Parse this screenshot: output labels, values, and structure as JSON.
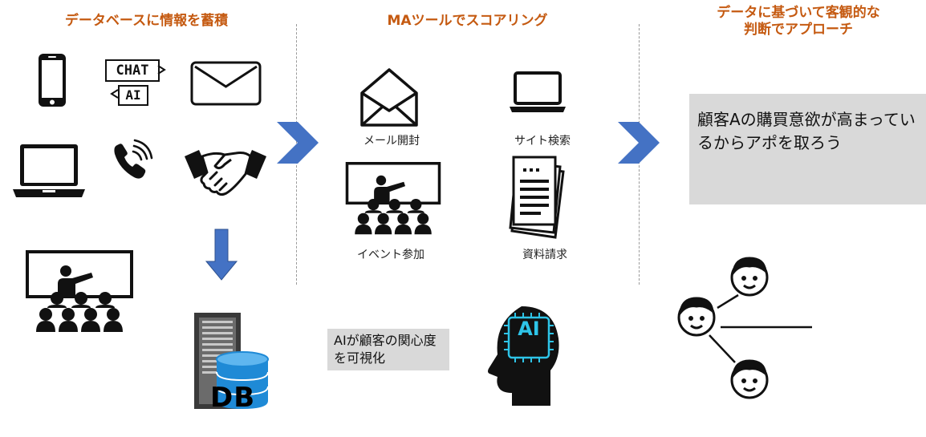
{
  "sections": {
    "collect": {
      "title": "データベースに情報を蓄積"
    },
    "score": {
      "title": "MAツールでスコアリング"
    },
    "judge": {
      "title_line1": "データに基づいて客観的な",
      "title_line2": "判断でアプローチ"
    }
  },
  "icons": {
    "chat_line1": "CHAT",
    "chat_line2": "AI",
    "db_label": "DB",
    "brain_label": "AI"
  },
  "scoring": {
    "labels": [
      "メール開封",
      "サイト検索",
      "イベント参加",
      "資料請求"
    ]
  },
  "callouts": {
    "ai": "AIが顧客の関心度を可視化",
    "decision": "顧客Aの購買意欲が高まっているからアポを取ろう"
  },
  "colors": {
    "heading": "#c55a11",
    "arrow": "#4472c4",
    "db": "#1f8ad6",
    "chip": "#2ec4e8",
    "callout_bg": "#d9d9d9"
  }
}
